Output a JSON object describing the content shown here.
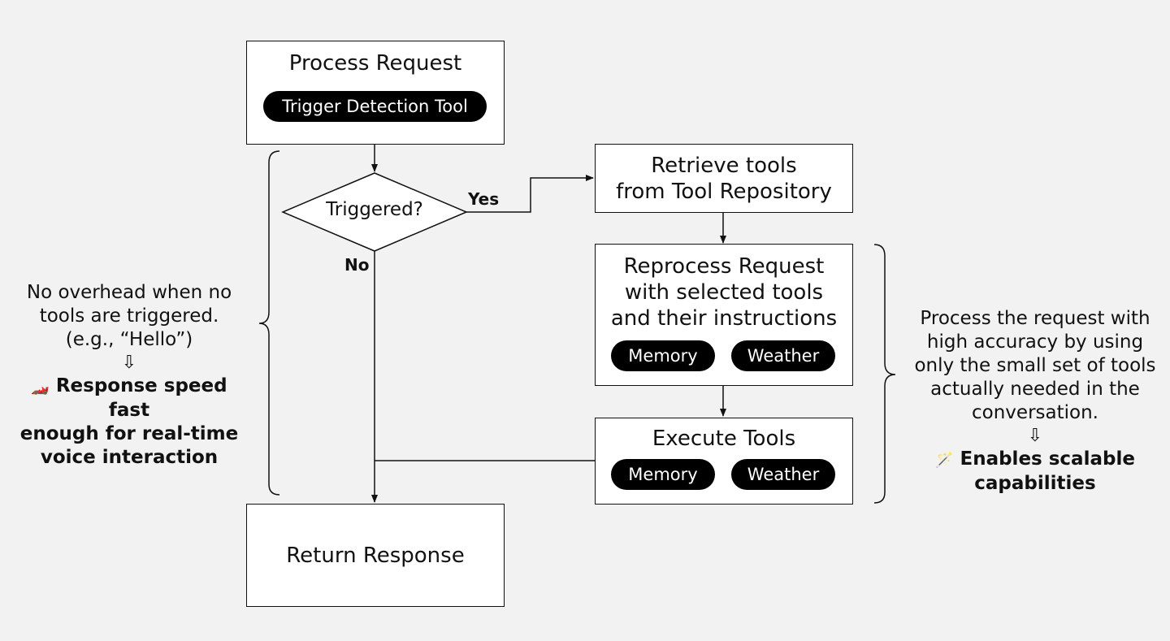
{
  "nodes": {
    "process_request": {
      "title": "Process Request",
      "pill": "Trigger Detection Tool"
    },
    "decision": {
      "label": "Triggered?",
      "yes": "Yes",
      "no": "No"
    },
    "retrieve_tools": {
      "line1": "Retrieve tools",
      "line2": "from Tool Repository"
    },
    "reprocess_request": {
      "line1": "Reprocess Request",
      "line2": "with selected tools",
      "line3": "and their instructions",
      "pills": [
        "Memory",
        "Weather"
      ]
    },
    "execute_tools": {
      "title": "Execute Tools",
      "pills": [
        "Memory",
        "Weather"
      ]
    },
    "return_response": {
      "title": "Return Response"
    }
  },
  "left_note": {
    "line1": "No overhead when no",
    "line2": "tools are triggered.",
    "line3": "(e.g., “Hello”)",
    "arrow": "⇩",
    "emoji": "🏎️",
    "bold1": "Response speed fast",
    "bold2": "enough for real-time",
    "bold3": "voice interaction"
  },
  "right_note": {
    "line1": "Process the request with",
    "line2": "high accuracy by using",
    "line3": "only the small set of tools",
    "line4": "actually needed in the",
    "line5": "conversation.",
    "arrow": "⇩",
    "emoji": "🪄",
    "bold1": "Enables scalable",
    "bold2": "capabilities"
  }
}
